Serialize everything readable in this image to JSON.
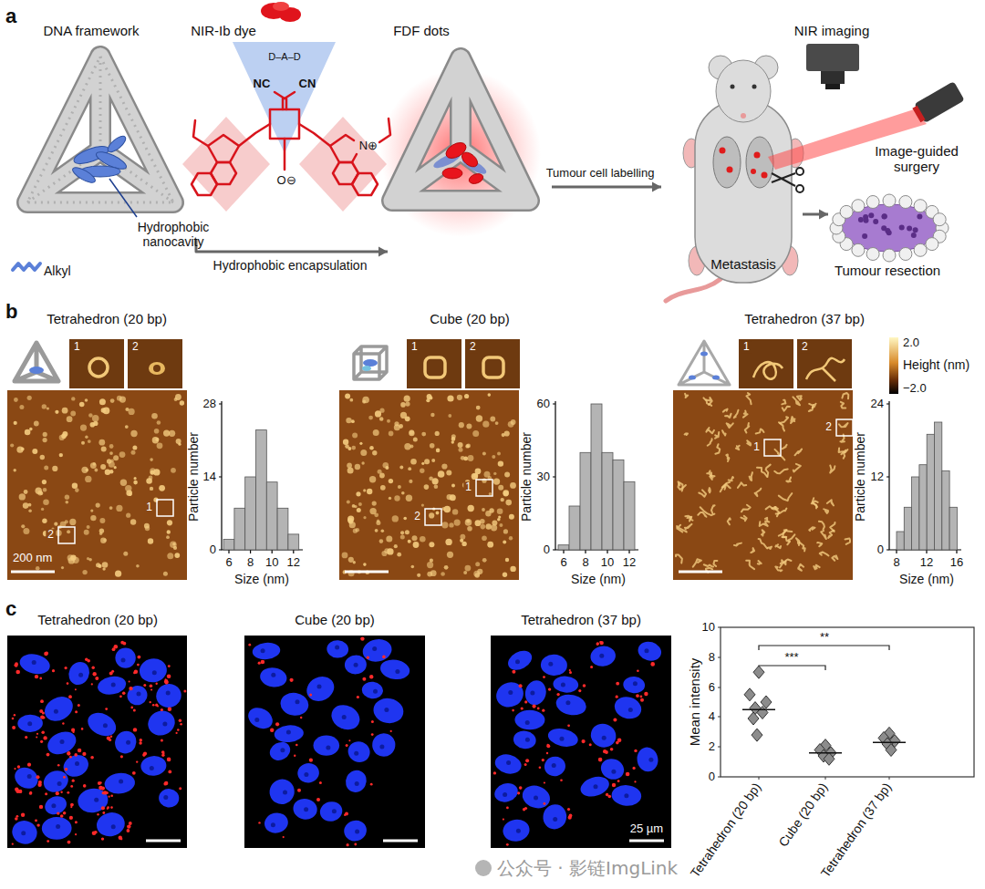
{
  "diagram": {
    "nodes": [
      {
        "text": [
          "DNA framework"
        ]
      },
      {
        "text": [
          "NIR-Ib dye"
        ]
      },
      {
        "text": [
          "FDF dots"
        ]
      },
      {
        "text": [
          "Metastasis"
        ]
      },
      {
        "text": [
          "Tumour resection"
        ]
      }
    ],
    "edges": [
      {
        "from": 1,
        "to": 2,
        "arrow": "to",
        "label": "Hydrophobic encapsulation"
      },
      {
        "from": 2,
        "to": 3,
        "arrow": "to",
        "label": "Tumour cell labelling"
      },
      {
        "from": 3,
        "to": 4,
        "arrow": "to"
      }
    ],
    "labels": [
      "a",
      "Hydrophobic nanocavity",
      "Alkyl",
      "D–A–D",
      "NC",
      "CN",
      "O⊖",
      "N⊕",
      "NIR imaging",
      "Image-guided surgery",
      "b",
      "Tetrahedron (20 bp)",
      "1",
      "2",
      "200 nm",
      "1",
      "2",
      "Particle number",
      "28",
      "14",
      "0",
      "6",
      "8",
      "10",
      "12",
      "Size (nm)",
      "Cube (20 bp)",
      "1",
      "2",
      "1",
      "2",
      "Particle number",
      "60",
      "30",
      "0",
      "6",
      "8",
      "10",
      "12",
      "Size (nm)",
      "Tetrahedron (37 bp)",
      "1",
      "2",
      "1",
      "2",
      "Particle number",
      "24",
      "12",
      "0",
      "8",
      "12",
      "16",
      "Size (nm)",
      "2.0",
      "Height (nm)",
      "−2.0",
      "c",
      "Tetrahedron (20 bp)",
      "Cube (20 bp)",
      "Tetrahedron (37 bp)",
      "25 µm",
      "Mean intensity",
      "10",
      "8",
      "6",
      "4",
      "2",
      "0",
      "***",
      "**",
      "Tetrahedron (20 bp)",
      "Cube (20 bp)",
      "Tetrahedron (37 bp)",
      "公众号 · 影链ImgLink"
    ]
  }
}
